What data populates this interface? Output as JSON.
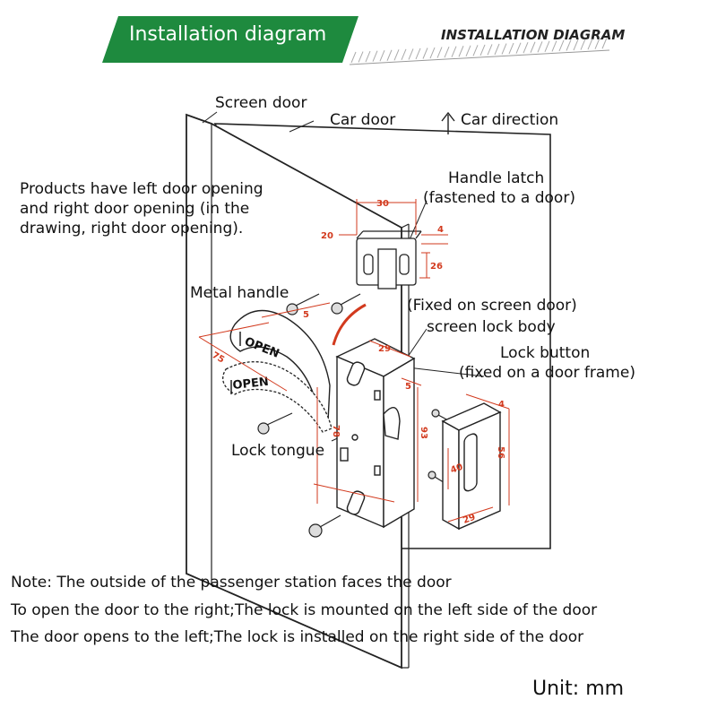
{
  "header": {
    "banner_title": "Installation diagram",
    "sub_title": "INSTALLATION DIAGRAM",
    "banner_color": "#1e8a3e"
  },
  "labels": {
    "screen_door": "Screen door",
    "car_door": "Car door",
    "car_direction": "Car direction",
    "products_line1": "Products have left door opening",
    "products_line2": "and right door opening (in the",
    "products_line3": "drawing, right door opening).",
    "handle_latch_line1": "Handle latch",
    "handle_latch_line2": "(fastened to a door)",
    "metal_handle": "Metal handle",
    "fixed_screen_door": "(Fixed on screen door)",
    "screen_lock_body": "screen lock body",
    "lock_button_line1": "Lock button",
    "lock_button_line2": "(fixed on a door frame)",
    "lock_tongue": "Lock tongue",
    "open_text": "OPEN"
  },
  "dimensions": {
    "latch_width": "30",
    "latch_depth": "20",
    "latch_offset": "4",
    "latch_height": "26",
    "handle_a": "5",
    "handle_b": "75",
    "body_width": "29",
    "body_a": "5",
    "body_b": "78",
    "body_height": "93",
    "button_top": "4",
    "button_slot": "40",
    "button_height": "56",
    "button_width": "29"
  },
  "notes": [
    "Note: The outside of the passenger station faces the door",
    "To open the door to the right;The lock is mounted on the left side of the door",
    "The door opens to the left;The lock is installed on the right side of the door"
  ],
  "unit": "Unit: mm"
}
